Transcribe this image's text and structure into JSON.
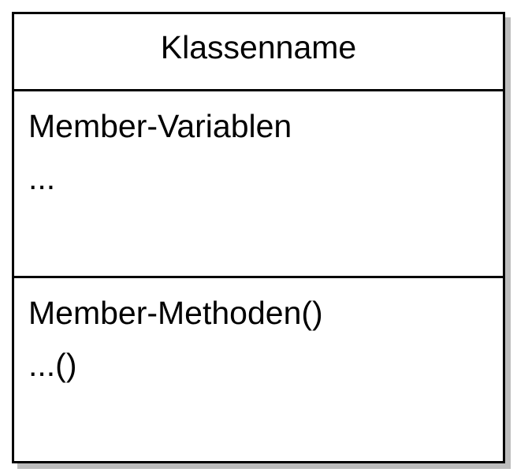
{
  "uml_class": {
    "name": "Klassenname",
    "attributes": [
      "Member-Variablen",
      "..."
    ],
    "operations": [
      "Member-Methoden()",
      "...()"
    ]
  },
  "colors": {
    "border": "#000000",
    "background": "#ffffff",
    "shadow": "#bdbdbd"
  }
}
